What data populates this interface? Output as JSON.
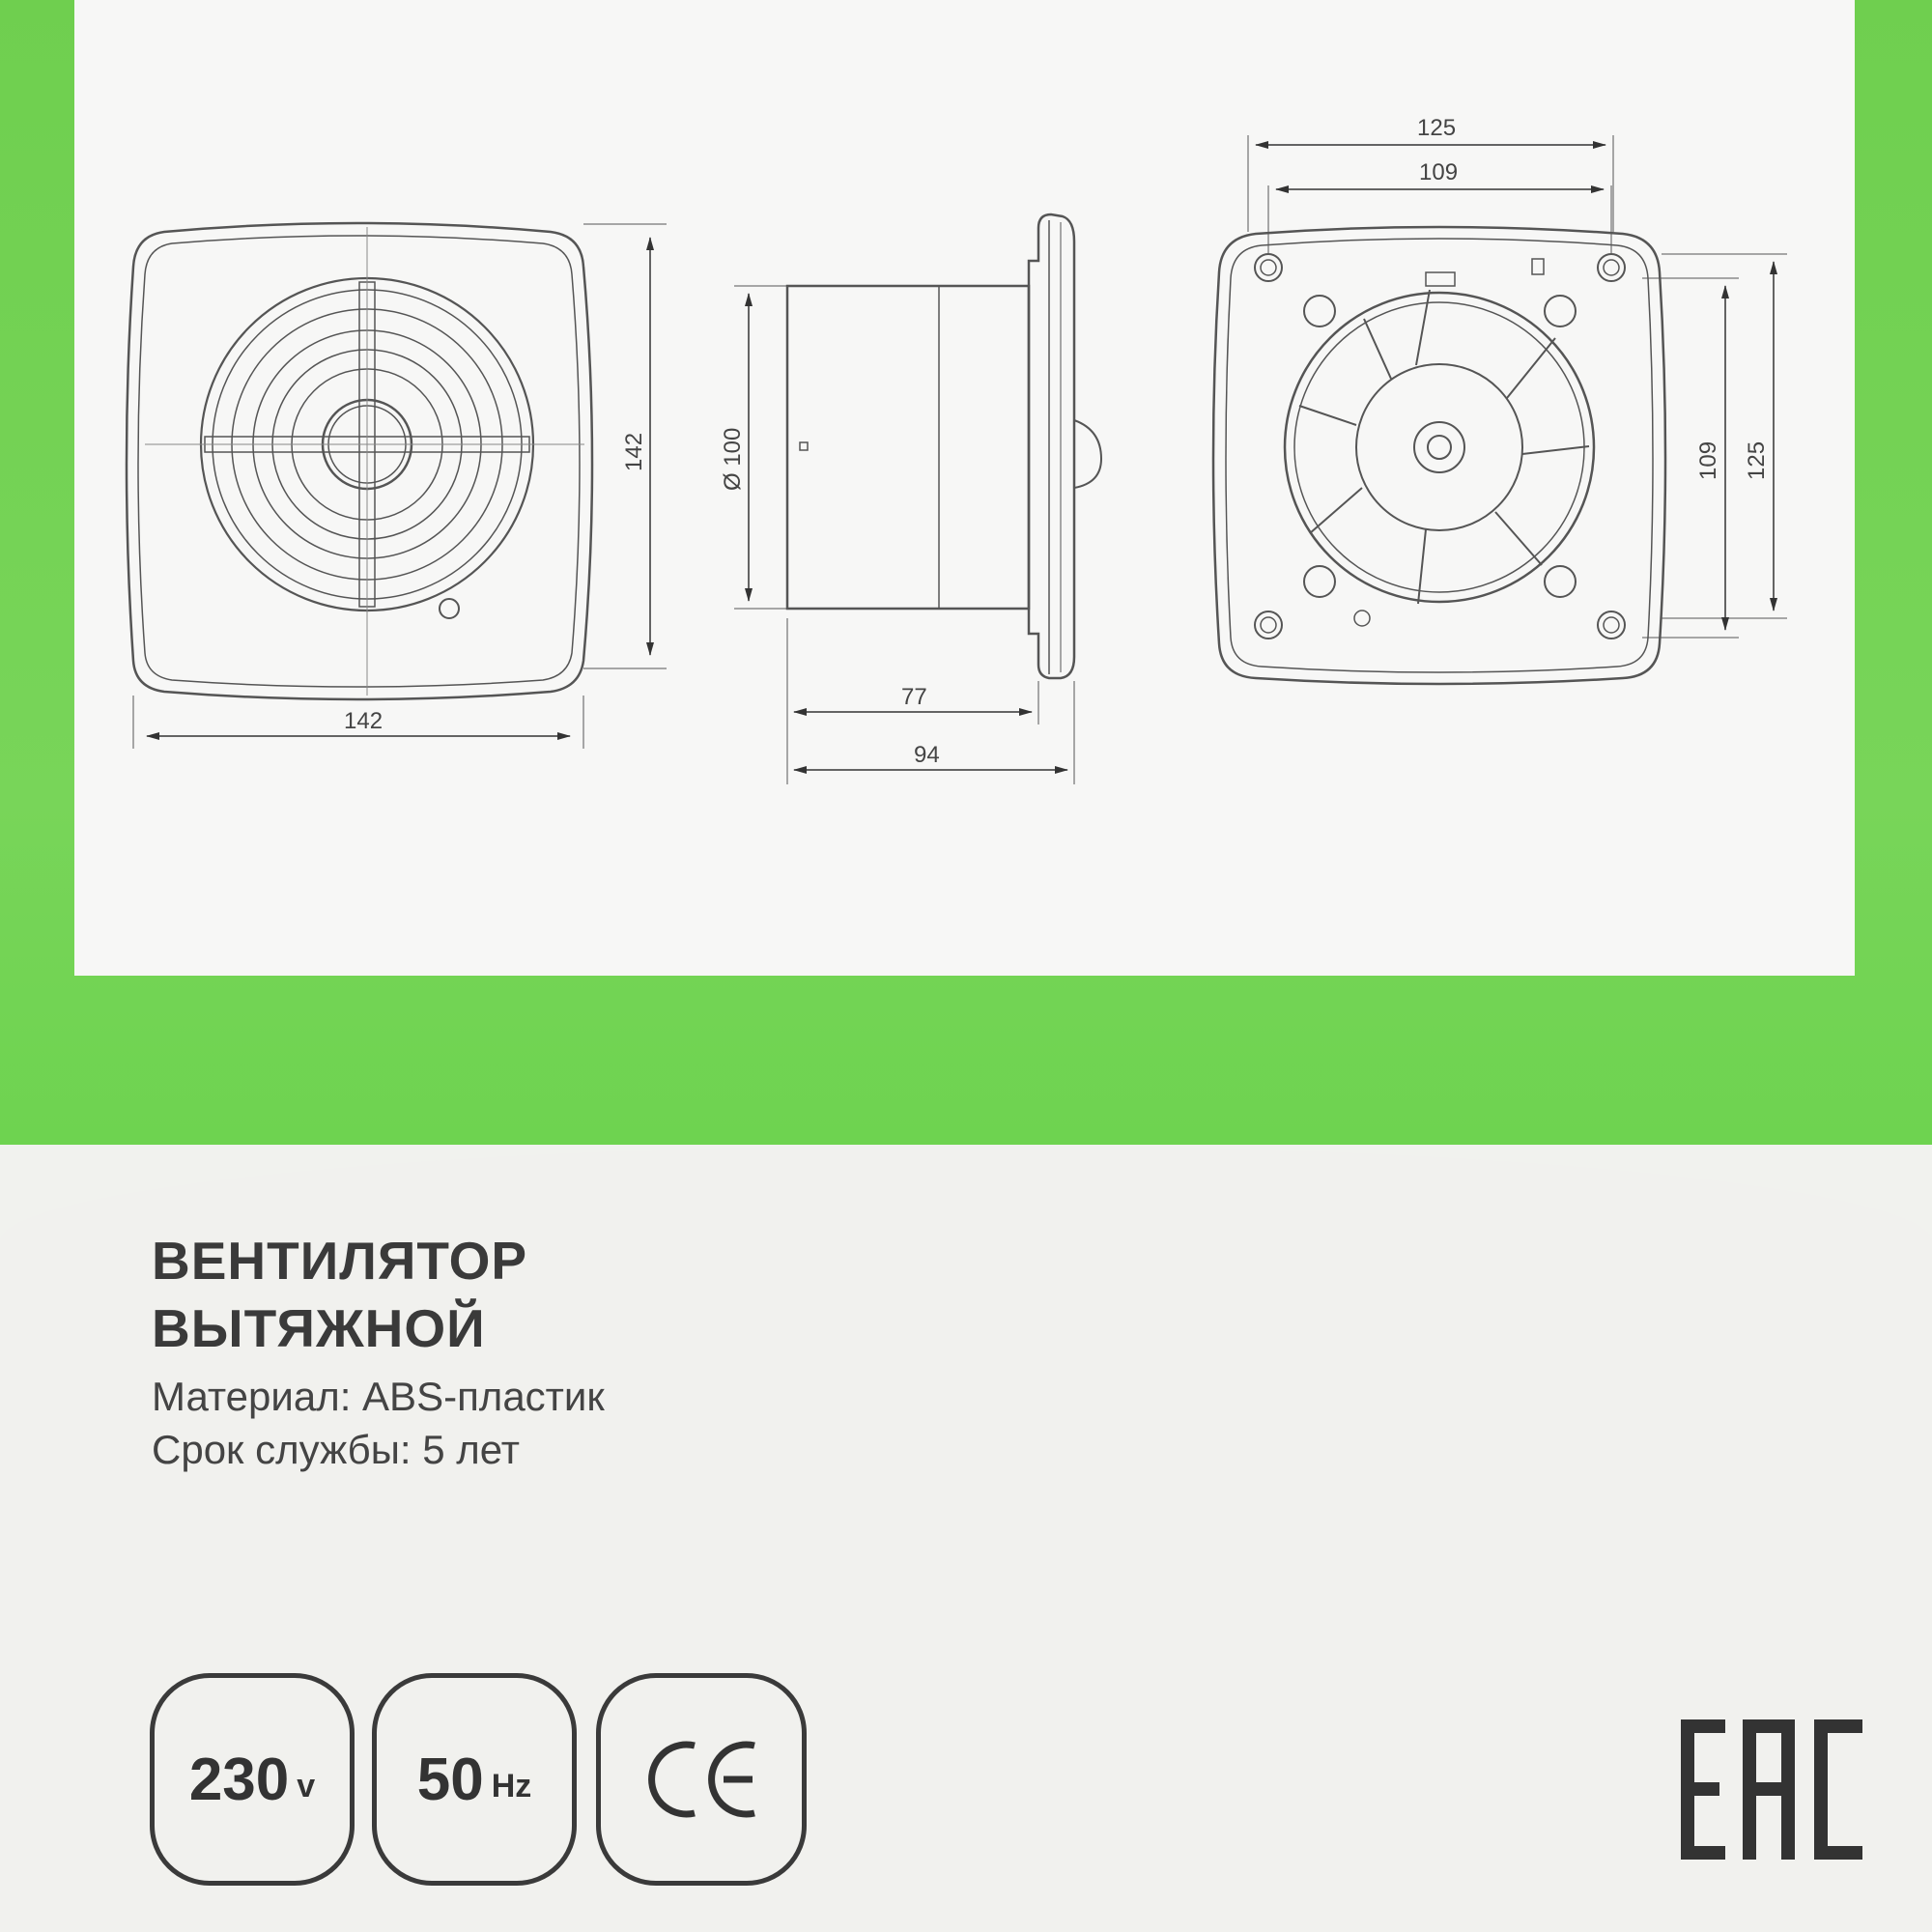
{
  "drawing": {
    "front_view": {
      "width_label": "142",
      "height_label": "142"
    },
    "side_view": {
      "diameter_label": "Ø 100",
      "depth_inner_label": "77",
      "depth_total_label": "94"
    },
    "rear_view": {
      "outer_width_label": "125",
      "inner_width_label": "109",
      "inner_height_label": "109",
      "outer_height_label": "125"
    }
  },
  "product": {
    "title_line1": "ВЕНТИЛЯТОР",
    "title_line2": "ВЫТЯЖНОЙ",
    "material": "Материал: ABS-пластик",
    "service_life": "Срок службы: 5 лет"
  },
  "badges": [
    {
      "value": "230",
      "unit": "v"
    },
    {
      "value": "50",
      "unit": "Hz"
    },
    {
      "mark": "CE"
    }
  ],
  "certification": {
    "mark": "EAC"
  },
  "colors": {
    "accent_green": "#74d454",
    "ink": "#3a3a3a",
    "panel": "#f7f7f6"
  }
}
